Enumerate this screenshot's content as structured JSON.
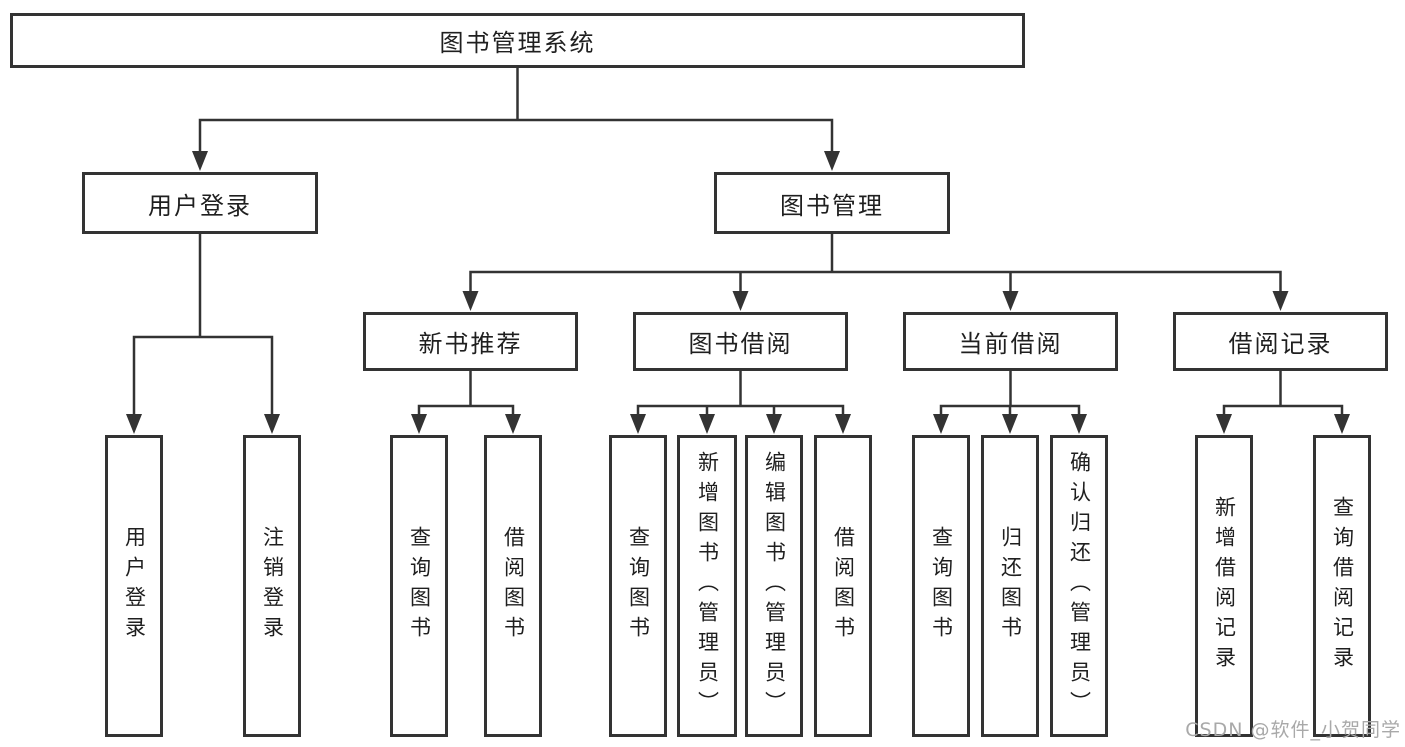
{
  "diagram": {
    "nodes": [
      {
        "id": "root",
        "label": "图书管理系统"
      },
      {
        "id": "user-login",
        "label": "用户登录"
      },
      {
        "id": "book-mgmt",
        "label": "图书管理"
      },
      {
        "id": "new-book-rec",
        "label": "新书推荐"
      },
      {
        "id": "book-borrow",
        "label": "图书借阅"
      },
      {
        "id": "current-borrow",
        "label": "当前借阅"
      },
      {
        "id": "borrow-record",
        "label": "借阅记录"
      },
      {
        "id": "user-login-col",
        "label": "用户登录"
      },
      {
        "id": "logout-col",
        "label": "注销登录"
      },
      {
        "id": "nb-query",
        "label": "查询图书"
      },
      {
        "id": "nb-borrow",
        "label": "借阅图书"
      },
      {
        "id": "bb-query",
        "label": "查询图书"
      },
      {
        "id": "bb-add",
        "label": "新增图书（管理员）"
      },
      {
        "id": "bb-edit",
        "label": "编辑图书（管理员）"
      },
      {
        "id": "bb-borrow",
        "label": "借阅图书"
      },
      {
        "id": "cb-query",
        "label": "查询图书"
      },
      {
        "id": "cb-return",
        "label": "归还图书"
      },
      {
        "id": "cb-confirm",
        "label": "确认归还（管理员）"
      },
      {
        "id": "br-add",
        "label": "新增借阅记录"
      },
      {
        "id": "br-query",
        "label": "查询借阅记录"
      }
    ],
    "edges": [
      {
        "parent": "root",
        "children": [
          "user-login",
          "book-mgmt"
        ]
      },
      {
        "parent": "user-login",
        "children": [
          "user-login-col",
          "logout-col"
        ]
      },
      {
        "parent": "book-mgmt",
        "children": [
          "new-book-rec",
          "book-borrow",
          "current-borrow",
          "borrow-record"
        ]
      },
      {
        "parent": "new-book-rec",
        "children": [
          "nb-query",
          "nb-borrow"
        ]
      },
      {
        "parent": "book-borrow",
        "children": [
          "bb-query",
          "bb-add",
          "bb-edit",
          "bb-borrow"
        ]
      },
      {
        "parent": "current-borrow",
        "children": [
          "cb-query",
          "cb-return",
          "cb-confirm"
        ]
      },
      {
        "parent": "borrow-record",
        "children": [
          "br-add",
          "br-query"
        ]
      }
    ],
    "watermark": "CSDN @软件_小贺同学",
    "colors": {
      "line": "#333333",
      "text": "#1f1f1f",
      "watermark": "#a9a9a9",
      "background": "#ffffff"
    }
  }
}
